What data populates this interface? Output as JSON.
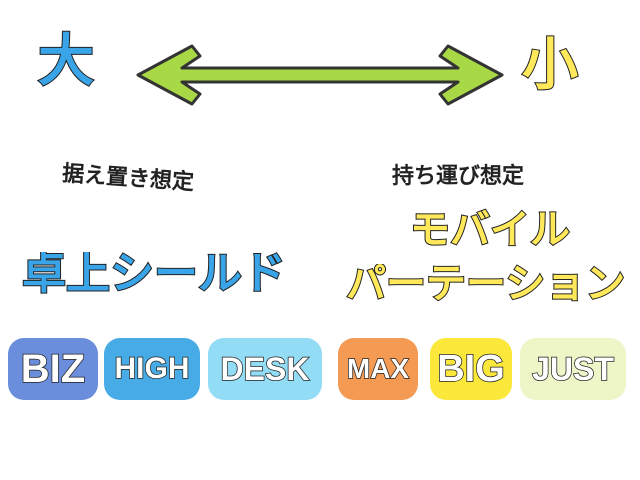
{
  "large": {
    "char": "大",
    "color": "#3aa4e8"
  },
  "small": {
    "char": "小",
    "color": "#ffe95a"
  },
  "arrow": {
    "fill": "#a8d846",
    "stroke": "#333333"
  },
  "left": {
    "caption": "据え置き想定",
    "headline": "卓上シールド",
    "headline_color": "#3aa4e8",
    "badges": [
      {
        "label": "BIZ",
        "bg": "#6a8edc"
      },
      {
        "label": "HIGH",
        "bg": "#47ace6"
      },
      {
        "label": "DESK",
        "bg": "#93dcf5"
      }
    ]
  },
  "right": {
    "caption": "持ち運び想定",
    "headline_line1": "モバイル",
    "headline_line2": "パーテーション",
    "headline_color": "#ffe95a",
    "badges": [
      {
        "label": "MAX",
        "bg": "#f59a52"
      },
      {
        "label": "BIG",
        "bg": "#fbe83a"
      },
      {
        "label": "JUST",
        "bg": "#eef6c8"
      }
    ]
  }
}
